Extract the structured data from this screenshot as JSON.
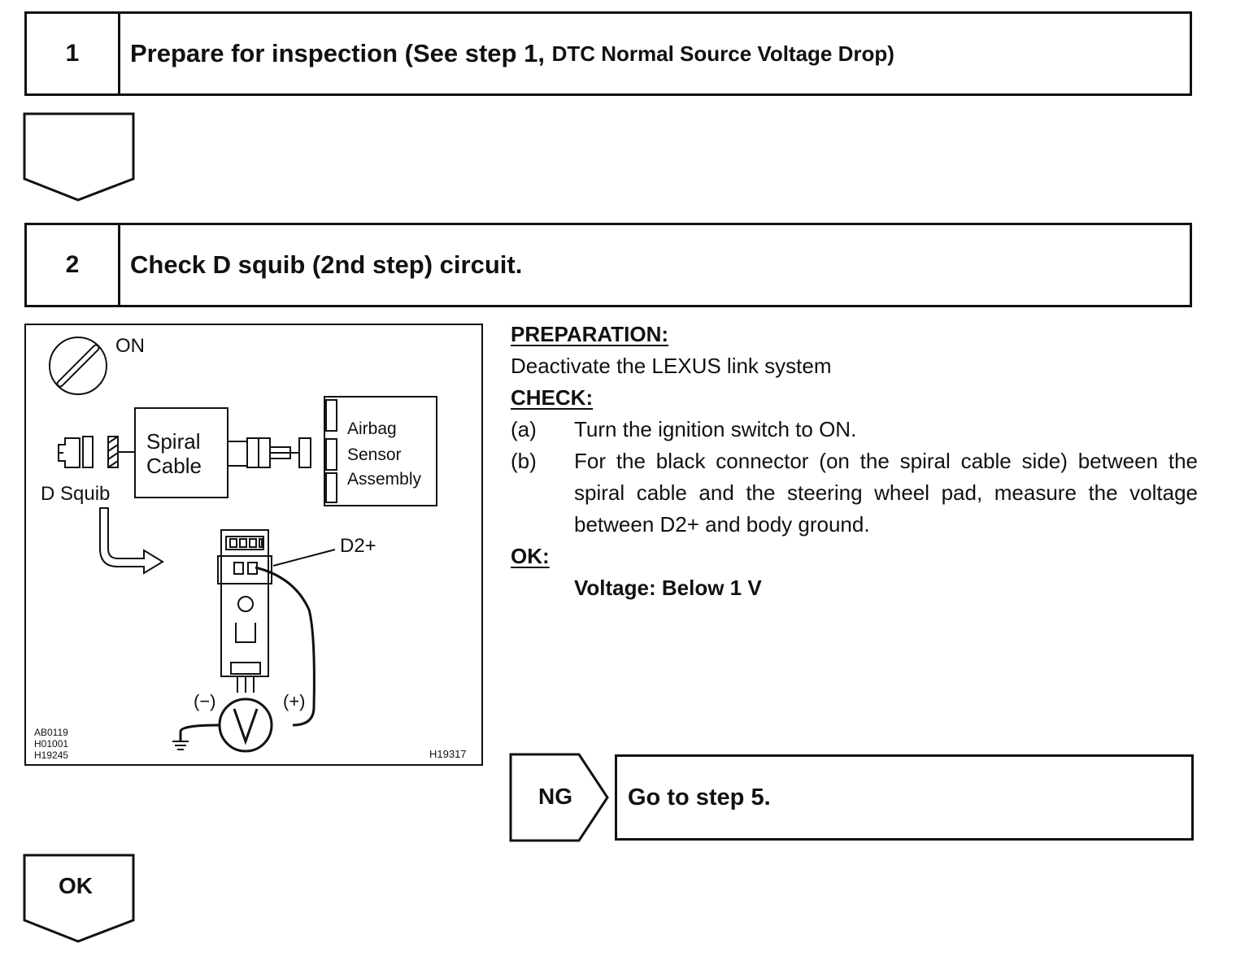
{
  "step1": {
    "number": "1",
    "title_main": "Prepare for inspection (See step 1,",
    "title_ref": "DTC Normal Source Voltage Drop)"
  },
  "step2": {
    "number": "2",
    "title": "Check D squib (2nd step) circuit."
  },
  "diagram": {
    "ignition_label": "ON",
    "spiral_cable_line1": "Spiral",
    "spiral_cable_line2": "Cable",
    "airbag_line1": "Airbag",
    "airbag_line2": "Sensor",
    "airbag_line3": "Assembly",
    "d_squib_label": "D Squib",
    "terminal_label": "D2+",
    "minus_label": "(−)",
    "plus_label": "(+)",
    "voltmeter_symbol": "V",
    "codes": [
      "AB0119",
      "H01001",
      "H19245"
    ],
    "figure_id": "H19317"
  },
  "instructions": {
    "preparation_heading": "PREPARATION:",
    "preparation_text": "Deactivate the LEXUS link system",
    "check_heading": "CHECK:",
    "check_items": [
      {
        "mark": "(a)",
        "text": "Turn the ignition switch to ON."
      },
      {
        "mark": "(b)",
        "text": "For the black connector (on the spiral cable side) between the spiral cable and the steering wheel pad, measure the voltage between D2+ and body ground."
      }
    ],
    "ok_heading": "OK:",
    "ok_spec": "Voltage: Below 1 V"
  },
  "ng": {
    "label": "NG",
    "action": "Go to step 5."
  },
  "ok_arrow": {
    "label": "OK"
  }
}
